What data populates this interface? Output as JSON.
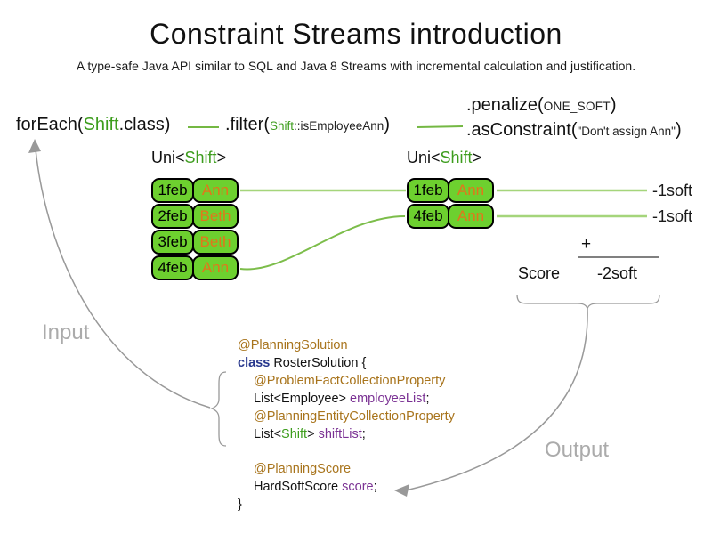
{
  "title": "Constraint Streams introduction",
  "subtitle": "A type-safe Java API similar to SQL and Java 8 Streams with incremental calculation and justification.",
  "flow": {
    "foreach_pre": "forEach(",
    "foreach_type": "Shift",
    "foreach_post": ".class)",
    "filter_pre": ".filter(",
    "filter_type": "Shift",
    "filter_rest": "::isEmployeeAnn",
    "filter_post": ")",
    "penalize_pre": ".penalize(",
    "penalize_arg": "ONE_SOFT",
    "penalize_post": ")",
    "asconstraint_pre": ".asConstraint(",
    "asconstraint_arg": "\"Don't assign Ann\"",
    "asconstraint_post": ")"
  },
  "streams": {
    "left": {
      "header_pre": "Uni<",
      "header_type": "Shift",
      "header_post": ">",
      "rows": [
        {
          "date": "1feb",
          "employee": "Ann"
        },
        {
          "date": "2feb",
          "employee": "Beth"
        },
        {
          "date": "3feb",
          "employee": "Beth"
        },
        {
          "date": "4feb",
          "employee": "Ann"
        }
      ]
    },
    "right": {
      "header_pre": "Uni<",
      "header_type": "Shift",
      "header_post": ">",
      "rows": [
        {
          "date": "1feb",
          "employee": "Ann"
        },
        {
          "date": "4feb",
          "employee": "Ann"
        }
      ]
    }
  },
  "penalties": [
    {
      "label": "-1soft"
    },
    {
      "label": "-1soft"
    }
  ],
  "sum": {
    "plus": "+",
    "score_label": "Score",
    "total": "-2soft"
  },
  "annotations": {
    "input": "Input",
    "output": "Output"
  },
  "code": {
    "lines": [
      {
        "segs": [
          {
            "t": "@PlanningSolution"
          }
        ]
      },
      {
        "segs": [
          {
            "t": "class "
          },
          {
            "t": "RosterSolution {"
          }
        ]
      },
      {
        "segs": [
          {
            "t": "@ProblemFactCollectionProperty"
          }
        ]
      },
      {
        "segs": [
          {
            "t": "List<Employee> "
          },
          {
            "t": "employeeList"
          },
          {
            "t": ";"
          }
        ]
      },
      {
        "segs": [
          {
            "t": "@PlanningEntityCollectionProperty"
          }
        ]
      },
      {
        "segs": [
          {
            "t": "List<"
          },
          {
            "t": "Shift"
          },
          {
            "t": "> "
          },
          {
            "t": "shiftList"
          },
          {
            "t": ";"
          }
        ]
      },
      {
        "segs": []
      },
      {
        "segs": [
          {
            "t": "@PlanningScore"
          }
        ]
      },
      {
        "segs": [
          {
            "t": "HardSoftScore "
          },
          {
            "t": "score"
          },
          {
            "t": ";"
          }
        ]
      },
      {
        "segs": [
          {
            "t": "}"
          }
        ]
      }
    ]
  },
  "colors": {
    "green_text": "#3d9d1d",
    "green_fill": "#6dd02f",
    "green_connector": "#8cc455",
    "orange_employee": "#e2761b",
    "annotation_gold": "#a8741c",
    "keyword_blue": "#26368c",
    "field_purple": "#7b3294",
    "gray_label": "#ababab"
  }
}
